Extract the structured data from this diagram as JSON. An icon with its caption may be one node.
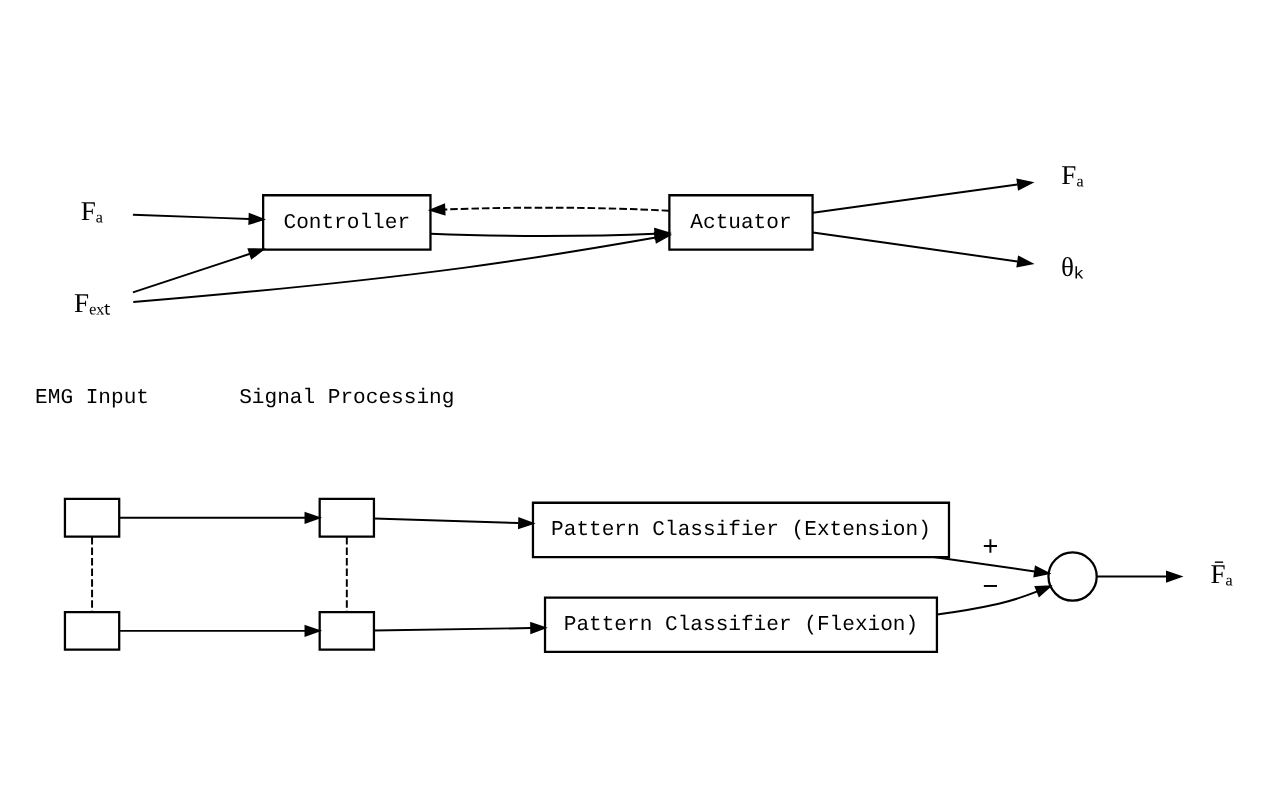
{
  "diagram": {
    "nodes": [
      {
        "text": [],
        "shape": "box"
      },
      {
        "text": [],
        "shape": "box"
      },
      {
        "text": [],
        "shape": "box"
      },
      {
        "text": [],
        "shape": "box"
      },
      {
        "text": [
          "Pattern Classifier (Extension)"
        ]
      },
      {
        "text": [
          "Pattern Classifier (Flexion)"
        ]
      },
      {
        "text": [],
        "shape": "circle"
      },
      {
        "text": [
          "F̄ₐ"
        ]
      },
      {
        "text": [
          "Fₐ"
        ]
      },
      {
        "text": [
          "Controller"
        ]
      },
      {
        "text": [
          "Actuator"
        ]
      },
      {
        "text": [
          "Fₐ"
        ]
      },
      {
        "text": [
          "θₖ"
        ]
      },
      {
        "text": [
          "Fₑₓₜ"
        ]
      }
    ],
    "edges": [
      {
        "from": 0,
        "to": 2,
        "arrow": "to"
      },
      {
        "from": 1,
        "to": 3,
        "arrow": "to"
      },
      {
        "from": 0,
        "to": 1,
        "arrow": "none",
        "style": "dashed"
      },
      {
        "from": 2,
        "to": 3,
        "arrow": "none",
        "style": "dashed"
      },
      {
        "from": 2,
        "to": 4,
        "arrow": "to"
      },
      {
        "from": 3,
        "to": 5,
        "arrow": "to"
      },
      {
        "from": 4,
        "to": 6,
        "arrow": "to",
        "label": "+"
      },
      {
        "from": 5,
        "to": 6,
        "arrow": "to",
        "label": "−"
      },
      {
        "from": 6,
        "to": 7,
        "arrow": "to"
      },
      {
        "from": 8,
        "to": 9,
        "arrow": "to"
      },
      {
        "from": 9,
        "to": 10,
        "arrow": "to"
      },
      {
        "from": 10,
        "to": 11,
        "arrow": "to"
      },
      {
        "from": 10,
        "to": 12,
        "arrow": "to"
      },
      {
        "from": 10,
        "to": 9,
        "arrow": "to",
        "style": "dashed"
      },
      {
        "from": 13,
        "to": 9,
        "arrow": "to"
      },
      {
        "from": 13,
        "to": 10,
        "arrow": "to"
      }
    ],
    "labels": [
      "EMG Input",
      "Signal Processing"
    ]
  }
}
